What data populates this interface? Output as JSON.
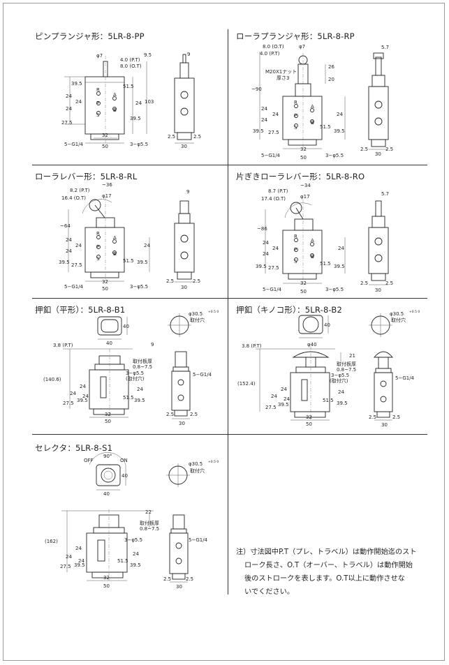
{
  "sections": [
    {
      "id": "pp",
      "title": "ピンプランジャ形：5LR-8-PP"
    },
    {
      "id": "rp",
      "title": "ローラプランジャ形：5LR-8-RP"
    },
    {
      "id": "rl",
      "title": "ローラレバー形：5LR-8-RL"
    },
    {
      "id": "ro",
      "title": "片ぎきローラレバー形：5LR-8-RO"
    },
    {
      "id": "b1",
      "title": "押釦（平形）：5LR-8-B1"
    },
    {
      "id": "b2",
      "title": "押釦（キノコ形）：5LR-8-B2"
    },
    {
      "id": "s1",
      "title": "セレクタ：5LR-8-S1"
    }
  ],
  "dims": {
    "pp": {
      "phi7": "φ7",
      "pt": "4.0 (P.T)",
      "ot": "8.0 (O.T)",
      "d95": "9.5",
      "d9": "9",
      "d395": "39.5",
      "d24a": "24",
      "d24b": "24",
      "d24c": "24",
      "d24d": "24",
      "d515": "51.5",
      "d103": "103",
      "d275": "27.5",
      "d395b": "39.5",
      "d32": "32",
      "d50": "50",
      "g14": "5−G1/4",
      "hole": "3−φ5.5",
      "d25a": "2.5",
      "d25b": "2.5",
      "d30": "30",
      "R": "R",
      "P": "P",
      "S": "S",
      "A": "A",
      "B": "B"
    },
    "rp": {
      "phi7": "φ7",
      "ot": "8.0 (O.T)",
      "pt": "4.0 (P.T)",
      "d26": "26",
      "d20": "20",
      "m20": "M20X1ナット",
      "nut": "厚さ3",
      "d57": "5.7",
      "d90": "~90",
      "d24a": "24",
      "d24b": "24",
      "d24c": "24",
      "d24d": "24",
      "d395": "39.5",
      "d275": "27.5",
      "d515": "51.5",
      "d395b": "39.5",
      "d32": "32",
      "d50": "50",
      "g14": "5−G1/4",
      "hole": "3−φ5.5",
      "d25a": "2.5",
      "d25b": "2.5",
      "d30": "30",
      "R": "R",
      "P": "P",
      "S": "S",
      "A": "A",
      "B": "B"
    },
    "rl": {
      "d36": "~36",
      "phi17": "φ17",
      "pt": "8.2 (P.T)",
      "ot": "16.4 (O.T)",
      "d9": "9",
      "d64": "~64",
      "d24a": "24",
      "d24b": "24",
      "d24c": "24",
      "d24d": "24",
      "d395": "39.5",
      "d275": "27.5",
      "d515": "51.5",
      "d395b": "39.5",
      "d32": "32",
      "d50": "50",
      "g14": "5−G1/4",
      "hole": "3−φ5.5",
      "d25a": "2.5",
      "d25b": "2.5",
      "d30": "30",
      "R": "R",
      "P": "P",
      "S": "S",
      "A": "A",
      "B": "B"
    },
    "ro": {
      "d34": "~34",
      "phi17": "φ17",
      "pt": "8.7 (P.T)",
      "ot": "17.4 (O.T)",
      "d57": "5.7",
      "d86": "~86",
      "d24a": "24",
      "d24b": "24",
      "d24c": "24",
      "d24d": "24",
      "d395": "39.5",
      "d275": "27.5",
      "d515": "51.5",
      "d395b": "39.5",
      "d32": "32",
      "d50": "50",
      "g14": "5−G1/4",
      "hole": "3−φ5.5",
      "d25a": "2.5",
      "d25b": "2.5",
      "d30": "30",
      "R": "R",
      "P": "P",
      "S": "S",
      "A": "A",
      "B": "B"
    },
    "b1": {
      "d40a": "40",
      "d40b": "40",
      "pt": "3.8 (P.T)",
      "d9": "9",
      "phi305": "φ30.5",
      "tol": "+0.5 0",
      "hole_lbl": "取付穴",
      "plate": "取付板厚",
      "plate_range": "0.8~7.5",
      "hole": "3−φ5.5",
      "hole2": "(取付穴)",
      "d1406": "(140.6)",
      "g14": "5−G1/4",
      "d24a": "24",
      "d24b": "24",
      "d24c": "24",
      "d24d": "24",
      "d275": "27.5",
      "d395": "39.5",
      "d515": "51.5",
      "d395b": "39.5",
      "d32": "32",
      "d50": "50",
      "d25a": "2.5",
      "d25b": "2.5",
      "d30": "30"
    },
    "b2": {
      "d40a": "40",
      "phi40": "φ40",
      "pt": "3.8 (P.T)",
      "d21": "21",
      "phi305": "φ30.5",
      "tol": "+0.5 0",
      "hole_lbl": "取付穴",
      "plate": "取付板厚",
      "plate_range": "0.8~7.5",
      "hole": "3−φ5.5",
      "hole2": "(取付穴)",
      "d1524": "(152.4)",
      "g14": "5−G1/4",
      "d24a": "24",
      "d24b": "24",
      "d24c": "24",
      "d24d": "24",
      "d275": "27.5",
      "d395": "39.5",
      "d515": "51.5",
      "d395b": "39.5",
      "d32": "32",
      "d50": "50",
      "d25a": "2.5",
      "d25b": "2.5",
      "d30": "30"
    },
    "s1": {
      "off": "OFF",
      "on": "ON",
      "deg": "90°",
      "d40a": "40",
      "d40b": "40",
      "phi305": "φ30.5",
      "tol": "+0.5 0",
      "hole_lbl": "取付穴",
      "d22": "22",
      "plate": "取付板厚",
      "plate_range": "0.8~7.5",
      "hole": "3−φ5.5",
      "d162": "(162)",
      "g14": "5−G1/4",
      "d24a": "24",
      "d24b": "24",
      "d24c": "24",
      "d24d": "24",
      "d275": "27.5",
      "d395": "39.5",
      "d515": "51.5",
      "d395b": "39.5",
      "d32": "32",
      "d50": "50",
      "d25a": "2.5",
      "d25b": "2.5",
      "d30": "30"
    }
  },
  "note": {
    "line1": "注）寸法図中P.T（プレ、トラベル）は動作開始迄のスト",
    "line2": "ローク長さ、O.T（オーバー、トラベル）は動作開始",
    "line3": "後のストロークを表します。O.T以上に動作させな",
    "line4": "いでください。"
  }
}
